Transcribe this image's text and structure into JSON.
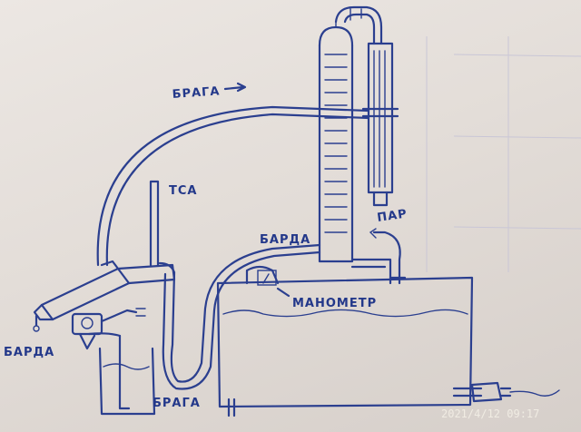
{
  "labels": {
    "braga_top": "БРАГА",
    "tsa": "ТСА",
    "barda_mid": "БАРДА",
    "par": "ПАР",
    "manometr": "МАНОМЕТР",
    "barda_left": "БАРДА",
    "braga_bottom": "БРАГА"
  },
  "timestamp": "2021/4/12  09:17",
  "colors": {
    "ink": "#2b3f8f",
    "paper": "#e8e3df"
  }
}
